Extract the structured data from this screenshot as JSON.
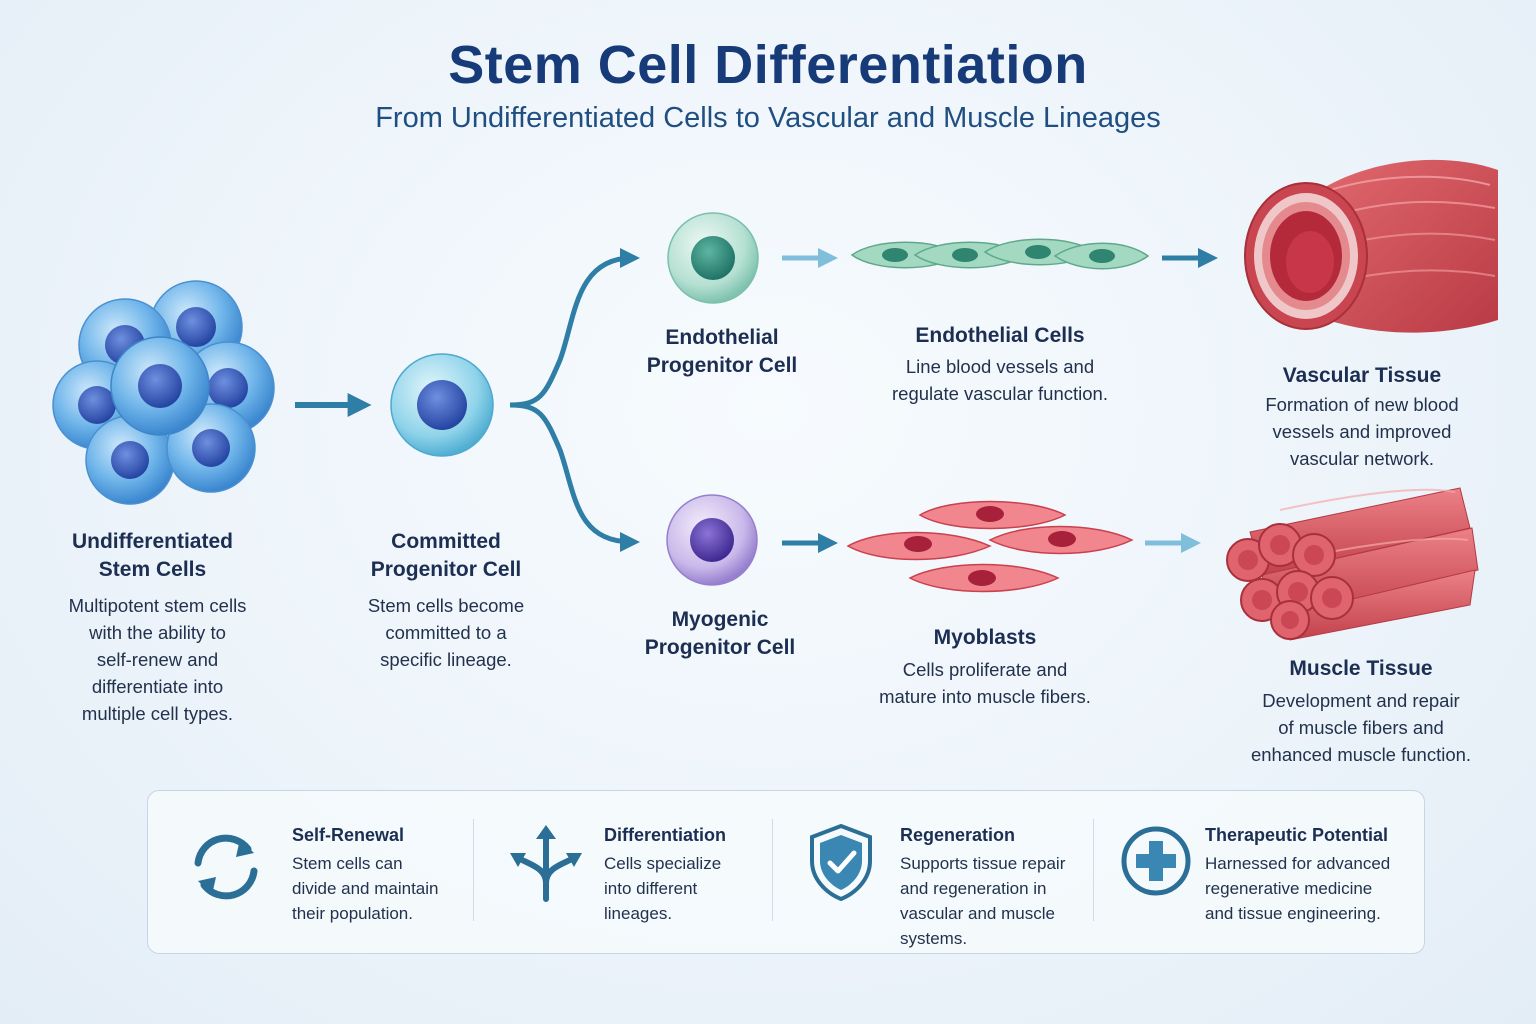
{
  "header": {
    "title": "Stem Cell Differentiation",
    "subtitle": "From Undifferentiated Cells to Vascular and Muscle Lineages"
  },
  "stages": {
    "stem": {
      "label_lines": [
        "Undifferentiated",
        "Stem Cells"
      ],
      "desc_lines": [
        "Multipotent stem cells",
        "with the ability to",
        "self-renew and",
        "differentiate into",
        "multiple cell types."
      ]
    },
    "committed": {
      "label_lines": [
        "Committed",
        "Progenitor Cell"
      ],
      "desc_lines": [
        "Stem cells become",
        "committed to a",
        "specific lineage."
      ]
    },
    "endo_progenitor": {
      "label_lines": [
        "Endothelial",
        "Progenitor Cell"
      ]
    },
    "endothelial": {
      "label": "Endothelial Cells",
      "desc_lines": [
        "Line blood vessels and",
        "regulate vascular function."
      ]
    },
    "vascular": {
      "label": "Vascular Tissue",
      "desc_lines": [
        "Formation of new blood",
        "vessels and improved",
        "vascular network."
      ]
    },
    "myo_progenitor": {
      "label_lines": [
        "Myogenic",
        "Progenitor Cell"
      ]
    },
    "myoblasts": {
      "label": "Myoblasts",
      "desc_lines": [
        "Cells proliferate and",
        "mature into muscle fibers."
      ]
    },
    "muscle": {
      "label": "Muscle Tissue",
      "desc_lines": [
        "Development and repair",
        "of muscle fibers and",
        "enhanced muscle function."
      ]
    }
  },
  "features": [
    {
      "icon": "cycle-arrows-icon",
      "title": "Self-Renewal",
      "text_lines": [
        "Stem cells can",
        "divide and maintain",
        "their population."
      ]
    },
    {
      "icon": "branching-arrows-icon",
      "title": "Differentiation",
      "text_lines": [
        "Cells specialize",
        "into different",
        "lineages."
      ]
    },
    {
      "icon": "shield-check-icon",
      "title": "Regeneration",
      "text_lines": [
        "Supports tissue repair",
        "and regeneration in",
        "vascular and muscle",
        "systems."
      ]
    },
    {
      "icon": "medical-cross-icon",
      "title": "Therapeutic Potential",
      "text_lines": [
        "Harnessed for advanced",
        "regenerative medicine",
        "and tissue engineering."
      ]
    }
  ],
  "colors": {
    "title": "#173a78",
    "arrow": "#2e7ea6",
    "stem_cell": "#5aa9e6",
    "endothelial": "#6fbf9c",
    "myogenic": "#8f78cc",
    "muscle_red": "#d9505c",
    "icon": "#2b6f96"
  }
}
